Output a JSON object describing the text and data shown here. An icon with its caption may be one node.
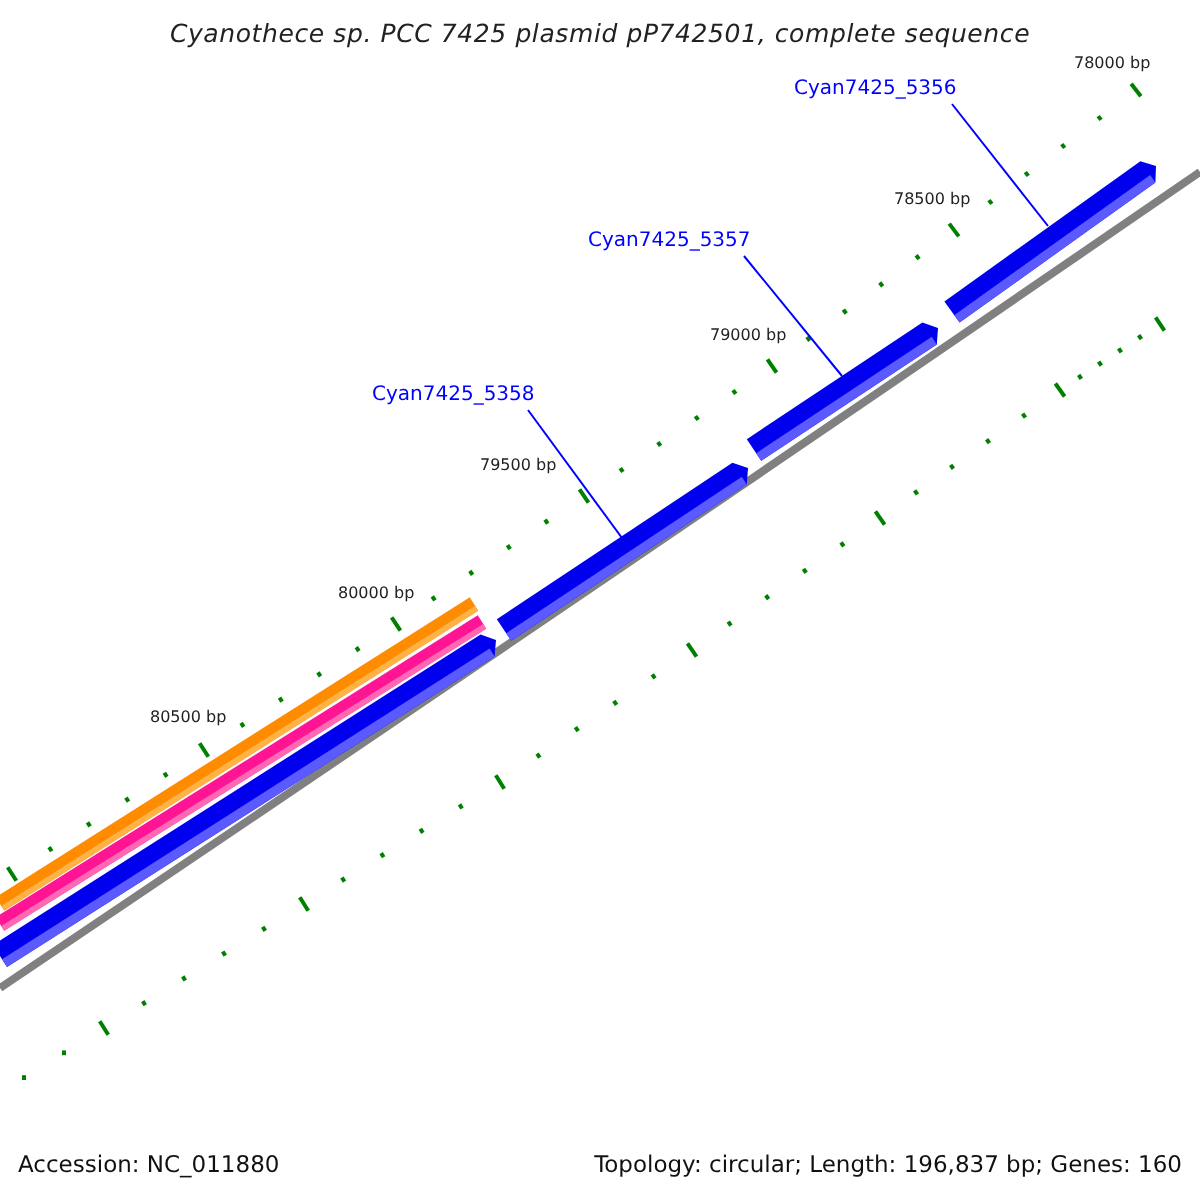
{
  "diagram": {
    "title": "Cyanothece sp. PCC 7425 plasmid pP742501, complete sequence",
    "nodes": [
      {
        "text": [
          "Cyan7425_5356"
        ]
      },
      {
        "text": [
          "Cyan7425_5357"
        ]
      },
      {
        "text": [
          "Cyan7425_5358"
        ]
      },
      {
        "text": [],
        "shape": "bar"
      },
      {
        "text": [],
        "shape": "bar"
      },
      {
        "text": [],
        "shape": "bar"
      },
      {
        "text": [],
        "shape": "bar"
      },
      {
        "text": [],
        "shape": "bar"
      },
      {
        "text": [],
        "shape": "bar"
      }
    ],
    "edges": [
      {
        "from": 0,
        "to": 8,
        "arrow": "none"
      },
      {
        "from": 1,
        "to": 7,
        "arrow": "none"
      },
      {
        "from": 2,
        "to": 6,
        "arrow": "none"
      }
    ],
    "labels": [
      "78000 bp",
      "78500 bp",
      "79000 bp",
      "79500 bp",
      "80000 bp",
      "80500 bp",
      "Accession: NC_011880",
      "Topology: circular; Length: 196,837 bp; Genes: 160"
    ]
  }
}
